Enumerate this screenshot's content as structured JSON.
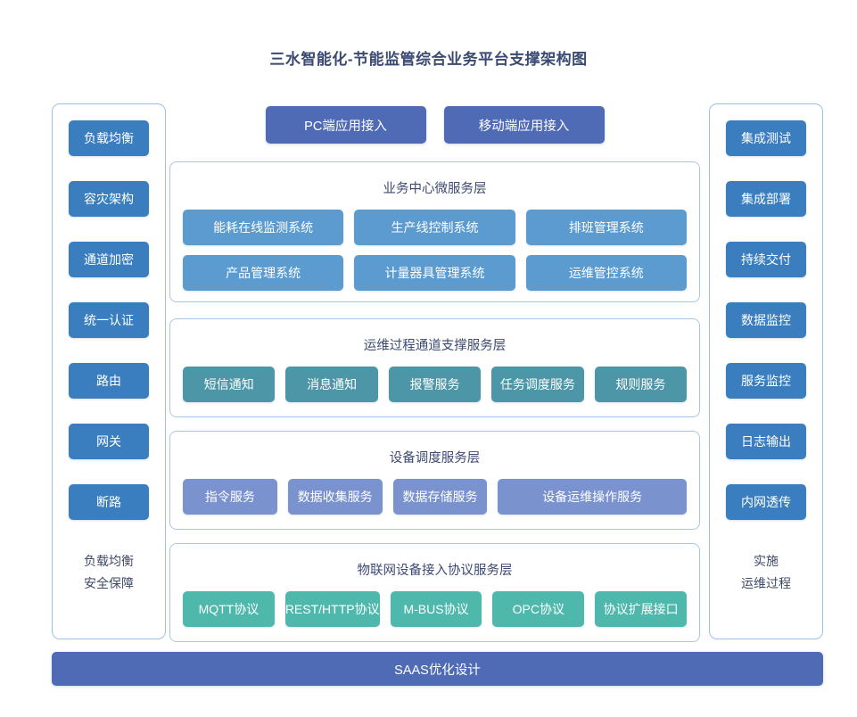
{
  "title": "三水智能化-节能监管综合业务平台支撑架构图",
  "colors": {
    "side_chip": "#3a7ebf",
    "access_btn": "#4f6bb5",
    "business_chip": "#5b9bd0",
    "ops_chip": "#4d96a8",
    "device_chip": "#7a93ce",
    "iot_chip": "#4fb8ad",
    "panel_border": "#a9c7e8",
    "title_text": "#3b4a73",
    "background": "#ffffff"
  },
  "left_column": {
    "items": [
      {
        "label": "负载均衡"
      },
      {
        "label": "容灾架构"
      },
      {
        "label": "通道加密"
      },
      {
        "label": "统一认证"
      },
      {
        "label": "路由"
      },
      {
        "label": "网关"
      },
      {
        "label": "断路"
      }
    ],
    "footer_line1": "负载均衡",
    "footer_line2": "安全保障"
  },
  "right_column": {
    "items": [
      {
        "label": "集成测试"
      },
      {
        "label": "集成部署"
      },
      {
        "label": "持续交付"
      },
      {
        "label": "数据监控"
      },
      {
        "label": "服务监控"
      },
      {
        "label": "日志输出"
      },
      {
        "label": "内网透传"
      }
    ],
    "footer_line1": "实施",
    "footer_line2": "运维过程"
  },
  "access_buttons": [
    {
      "label": "PC端应用接入"
    },
    {
      "label": "移动端应用接入"
    }
  ],
  "layers": [
    {
      "id": "business",
      "title": "业务中心微服务层",
      "rows": [
        [
          {
            "label": "能耗在线监测系统"
          },
          {
            "label": "生产线控制系统"
          },
          {
            "label": "排班管理系统"
          }
        ],
        [
          {
            "label": "产品管理系统"
          },
          {
            "label": "计量器具管理系统"
          },
          {
            "label": "运维管控系统"
          }
        ]
      ]
    },
    {
      "id": "ops",
      "title": "运维过程通道支撑服务层",
      "rows": [
        [
          {
            "label": "短信通知"
          },
          {
            "label": "消息通知"
          },
          {
            "label": "报警服务"
          },
          {
            "label": "任务调度服务"
          },
          {
            "label": "规则服务"
          }
        ]
      ]
    },
    {
      "id": "device",
      "title": "设备调度服务层",
      "rows": [
        [
          {
            "label": "指令服务"
          },
          {
            "label": "数据收集服务"
          },
          {
            "label": "数据存储服务"
          },
          {
            "label": "设备运维操作服务",
            "wide": true
          }
        ]
      ]
    },
    {
      "id": "iot",
      "title": "物联网设备接入协议服务层",
      "rows": [
        [
          {
            "label": "MQTT协议"
          },
          {
            "label": "REST/HTTP协议"
          },
          {
            "label": "M-BUS协议"
          },
          {
            "label": "OPC协议"
          },
          {
            "label": "协议扩展接口"
          }
        ]
      ]
    }
  ],
  "bottom_bar": {
    "label": "SAAS优化设计"
  }
}
